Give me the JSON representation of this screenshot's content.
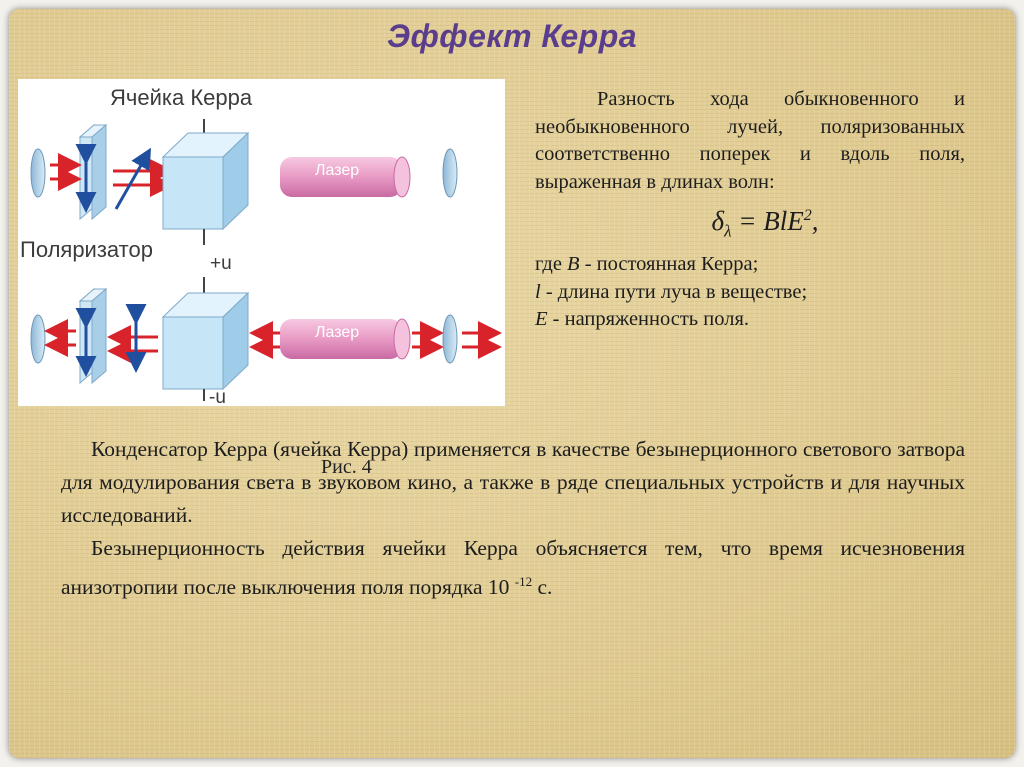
{
  "title": "Эффект Керра",
  "figure": {
    "label_kerr_cell": "Ячейка Керра",
    "label_polarizer": "Поляризатор",
    "label_laser_top": "Лазер",
    "label_laser_bottom": "Лазер",
    "label_plus_u": "+u",
    "label_minus_u": "-u",
    "caption": "Рис. 4"
  },
  "right": {
    "intro": "Разность хода обыкновенного и необыкновенного лучей, поляризованных соответственно поперек и вдоль поля, выраженная в длинах волн:",
    "formula_lhs": "δ",
    "formula_sub": "λ",
    "formula_rhs": "= BlE",
    "formula_sup": "2",
    "formula_tail": ",",
    "def_B_sym": "B",
    "def_B_prefix": "где ",
    "def_B_text": " - постоянная Керра;",
    "def_l_sym": "l",
    "def_l_text": " - длина пути луча в веществе;",
    "def_E_sym": "E",
    "def_E_text": " - напряженность поля."
  },
  "bottom": {
    "p1": "Конденсатор Керра (ячейка Керра) применяется в качестве безынерционного светового затвора для модулирования света в звуковом кино, а также в ряде специальных устройств и для научных исследований.",
    "p2_text": "Безынерционность действия ячейки Керра объясняется тем, что время исчезновения анизотропии после выключения поля порядка 10 ",
    "p2_exp": "-12",
    "p2_tail": " с."
  },
  "colors": {
    "title": "#5a3d8c",
    "background": "#e3cf98",
    "arrow": "#d8232a",
    "polarizer_arrow": "#1f4f9e",
    "cube": "#bfe3f7",
    "laser": "#e89ac4"
  }
}
